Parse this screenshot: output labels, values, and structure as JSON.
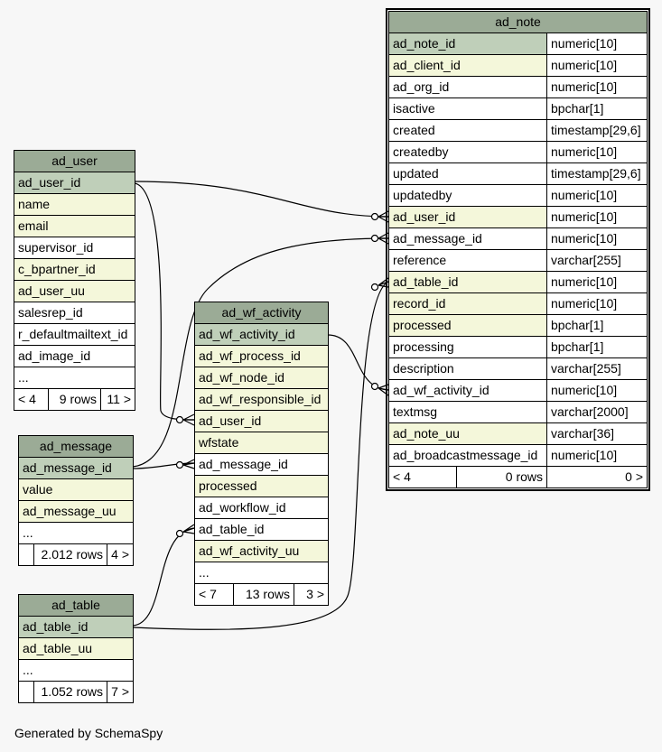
{
  "footer": "Generated by SchemaSpy",
  "colors": {
    "header": "#9bab96",
    "primary_key": "#bfcfb9",
    "indexed": "#f4f7da",
    "plain": "#ffffff",
    "background": "#f7f7f7"
  },
  "tables": {
    "ad_note": {
      "name": "ad_note",
      "columns": [
        {
          "name": "ad_note_id",
          "type": "numeric[10]",
          "kind": "pk"
        },
        {
          "name": "ad_client_id",
          "type": "numeric[10]",
          "kind": "idx"
        },
        {
          "name": "ad_org_id",
          "type": "numeric[10]",
          "kind": "plain"
        },
        {
          "name": "isactive",
          "type": "bpchar[1]",
          "kind": "plain"
        },
        {
          "name": "created",
          "type": "timestamp[29,6]",
          "kind": "plain"
        },
        {
          "name": "createdby",
          "type": "numeric[10]",
          "kind": "plain"
        },
        {
          "name": "updated",
          "type": "timestamp[29,6]",
          "kind": "plain"
        },
        {
          "name": "updatedby",
          "type": "numeric[10]",
          "kind": "plain"
        },
        {
          "name": "ad_user_id",
          "type": "numeric[10]",
          "kind": "idx"
        },
        {
          "name": "ad_message_id",
          "type": "numeric[10]",
          "kind": "plain"
        },
        {
          "name": "reference",
          "type": "varchar[255]",
          "kind": "plain"
        },
        {
          "name": "ad_table_id",
          "type": "numeric[10]",
          "kind": "idx"
        },
        {
          "name": "record_id",
          "type": "numeric[10]",
          "kind": "idx"
        },
        {
          "name": "processed",
          "type": "bpchar[1]",
          "kind": "idx"
        },
        {
          "name": "processing",
          "type": "bpchar[1]",
          "kind": "plain"
        },
        {
          "name": "description",
          "type": "varchar[255]",
          "kind": "plain"
        },
        {
          "name": "ad_wf_activity_id",
          "type": "numeric[10]",
          "kind": "plain"
        },
        {
          "name": "textmsg",
          "type": "varchar[2000]",
          "kind": "plain"
        },
        {
          "name": "ad_note_uu",
          "type": "varchar[36]",
          "kind": "idx"
        },
        {
          "name": "ad_broadcastmessage_id",
          "type": "numeric[10]",
          "kind": "plain"
        }
      ],
      "footer": {
        "left": "< 4",
        "mid": "0 rows",
        "right": "0 >"
      }
    },
    "ad_user": {
      "name": "ad_user",
      "columns": [
        {
          "name": "ad_user_id",
          "kind": "pk"
        },
        {
          "name": "name",
          "kind": "idx"
        },
        {
          "name": "email",
          "kind": "idx"
        },
        {
          "name": "supervisor_id",
          "kind": "plain"
        },
        {
          "name": "c_bpartner_id",
          "kind": "idx"
        },
        {
          "name": "ad_user_uu",
          "kind": "idx"
        },
        {
          "name": "salesrep_id",
          "kind": "plain"
        },
        {
          "name": "r_defaultmailtext_id",
          "kind": "plain"
        },
        {
          "name": "ad_image_id",
          "kind": "plain"
        },
        {
          "name": "...",
          "kind": "plain"
        }
      ],
      "footer": {
        "left": "< 4",
        "mid": "9 rows",
        "right": "11 >"
      }
    },
    "ad_message": {
      "name": "ad_message",
      "columns": [
        {
          "name": "ad_message_id",
          "kind": "pk"
        },
        {
          "name": "value",
          "kind": "idx"
        },
        {
          "name": "ad_message_uu",
          "kind": "idx"
        },
        {
          "name": "...",
          "kind": "plain"
        }
      ],
      "footer": {
        "left": "",
        "mid": "2.012 rows",
        "right": "4 >"
      }
    },
    "ad_wf_activity": {
      "name": "ad_wf_activity",
      "columns": [
        {
          "name": "ad_wf_activity_id",
          "kind": "pk"
        },
        {
          "name": "ad_wf_process_id",
          "kind": "idx"
        },
        {
          "name": "ad_wf_node_id",
          "kind": "idx"
        },
        {
          "name": "ad_wf_responsible_id",
          "kind": "idx"
        },
        {
          "name": "ad_user_id",
          "kind": "idx"
        },
        {
          "name": "wfstate",
          "kind": "idx"
        },
        {
          "name": "ad_message_id",
          "kind": "plain"
        },
        {
          "name": "processed",
          "kind": "idx"
        },
        {
          "name": "ad_workflow_id",
          "kind": "plain"
        },
        {
          "name": "ad_table_id",
          "kind": "plain"
        },
        {
          "name": "ad_wf_activity_uu",
          "kind": "idx"
        },
        {
          "name": "...",
          "kind": "plain"
        }
      ],
      "footer": {
        "left": "< 7",
        "mid": "13 rows",
        "right": "3 >"
      }
    },
    "ad_table": {
      "name": "ad_table",
      "columns": [
        {
          "name": "ad_table_id",
          "kind": "pk"
        },
        {
          "name": "ad_table_uu",
          "kind": "idx"
        },
        {
          "name": "...",
          "kind": "plain"
        }
      ],
      "footer": {
        "left": "",
        "mid": "1.052 rows",
        "right": "7 >"
      }
    }
  }
}
